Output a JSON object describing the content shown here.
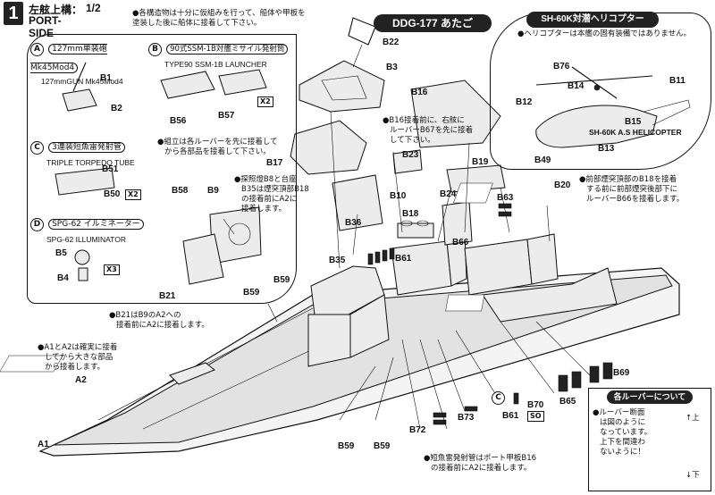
{
  "step": {
    "number": "1",
    "title": "左舷上構：",
    "fraction": "1/2",
    "subtitle": "PORT-SIDE",
    "note_line1": "●各構造物は十分に仮組みを行って、船体や甲板を",
    "note_line2": "塗装した後に船体に接着して下さい。"
  },
  "ship_title": "DDG-177 あたご",
  "helicopter": {
    "title": "SH-60K対潜ヘリコプター",
    "note": "●ヘリコプターは本艦の固有装備ではありません。",
    "label": "SH-60K A.S HELICOPTER",
    "parts": [
      "B76",
      "B11",
      "B14",
      "B12",
      "B15",
      "B13"
    ]
  },
  "sub_a": {
    "letter": "A",
    "title": "127mm単装砲Mk45Mod4",
    "en": "127mmGUN Mk45Mod4",
    "parts": [
      "B1",
      "B2"
    ]
  },
  "sub_b": {
    "letter": "B",
    "title": "90式SSM-1B対艦ミサイル発射筒",
    "en": "TYPE90 SSM-1B LAUNCHER",
    "parts": [
      "B56",
      "B57"
    ],
    "qty": "X2"
  },
  "sub_c": {
    "letter": "C",
    "title": "3連装短魚雷発射管",
    "en": "TRIPLE TORPEDO TUBE",
    "parts": [
      "B51",
      "B50"
    ],
    "qty": "X2"
  },
  "sub_d": {
    "letter": "D",
    "title": "SPG-62 イルミネーター",
    "en": "SPG-62 ILLUMINATOR",
    "parts": [
      "B5",
      "B4"
    ],
    "qty": "X3"
  },
  "notes": {
    "louver1": "●組立は各ルーバーを先に接着して",
    "louver2": "から各部品を接着して下さい。",
    "b16_1": "●B16接着前に、右舷に",
    "b16_2": "ルーバーB67を先に接着",
    "b16_3": "して下さい。",
    "b8_1": "●探照燈B8と台座",
    "b8_2": "B35は煙突頂部B18",
    "b8_3": "の接着前にA2に",
    "b8_4": "接着します。",
    "b18_1": "●前部煙突頂部のB18を接着",
    "b18_2": "する前に前部煙突後部下に",
    "b18_3": "ルーバーB66を接着します。",
    "b21_1": "●B21はB9のA2への",
    "b21_2": "接着前にA2に接着します。",
    "a1_1": "●A1とA2は確実に接着",
    "a1_2": "してから大きな部品",
    "a1_3": "から接着します。",
    "tube_1": "●短魚雷発射管はポート甲板B16",
    "tube_2": "の接着前にA2に接着します。"
  },
  "louver_box": {
    "title": "各ルーバーについて",
    "text1": "●ルーバー断面",
    "text2": "は図のように",
    "text3": "なっています。",
    "text4": "上下を間違わ",
    "text5": "ないように！",
    "up": "上",
    "down": "下"
  },
  "callouts": {
    "B22": "B22",
    "B3": "B3",
    "B16": "B16",
    "B17": "B17",
    "B23": "B23",
    "B10": "B10",
    "B19": "B19",
    "B49": "B49",
    "B20": "B20",
    "B58": "B58",
    "B9": "B9",
    "B24": "B24",
    "B63": "B63",
    "B18": "B18",
    "B36": "B36",
    "B66": "B66",
    "B35": "B35",
    "B61a": "B61",
    "B21": "B21",
    "B59a": "B59",
    "B59b": "B59",
    "B69": "B69",
    "A2": "A2",
    "A1": "A1",
    "B65": "B65",
    "B70": "B70",
    "SO": "SO",
    "C": "C",
    "B61b": "B61",
    "B73": "B73",
    "B72": "B72",
    "B59c": "B59",
    "B59d": "B59"
  }
}
